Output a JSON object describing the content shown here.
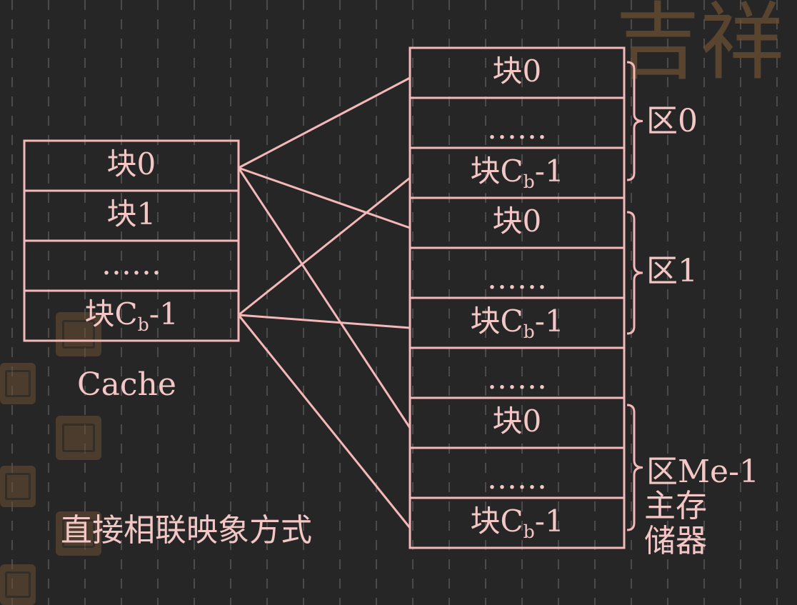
{
  "cache": {
    "label": "Cache",
    "blocks": [
      {
        "text": "块0"
      },
      {
        "text": "块1"
      },
      {
        "text": "……"
      },
      {
        "text": "块C",
        "sub": "b",
        "suffix": "-1"
      }
    ]
  },
  "main_memory": {
    "label_line1": "主存",
    "label_line2": "储器",
    "blocks": [
      {
        "text": "块0"
      },
      {
        "text": "……"
      },
      {
        "text": "块C",
        "sub": "b",
        "suffix": "-1"
      },
      {
        "text": "块0"
      },
      {
        "text": "……"
      },
      {
        "text": "块C",
        "sub": "b",
        "suffix": "-1"
      },
      {
        "text": "……"
      },
      {
        "text": "块0"
      },
      {
        "text": "……"
      },
      {
        "text": "块C",
        "sub": "b",
        "suffix": "-1"
      }
    ],
    "zones": [
      {
        "label": "区0"
      },
      {
        "label": "区1"
      },
      {
        "label": "区Me-1"
      }
    ]
  },
  "caption": "直接相联映象方式",
  "colors": {
    "line": "#f4b8b8",
    "text": "#f4c7c7",
    "background": "#262626",
    "seal": "#6a4f33"
  }
}
